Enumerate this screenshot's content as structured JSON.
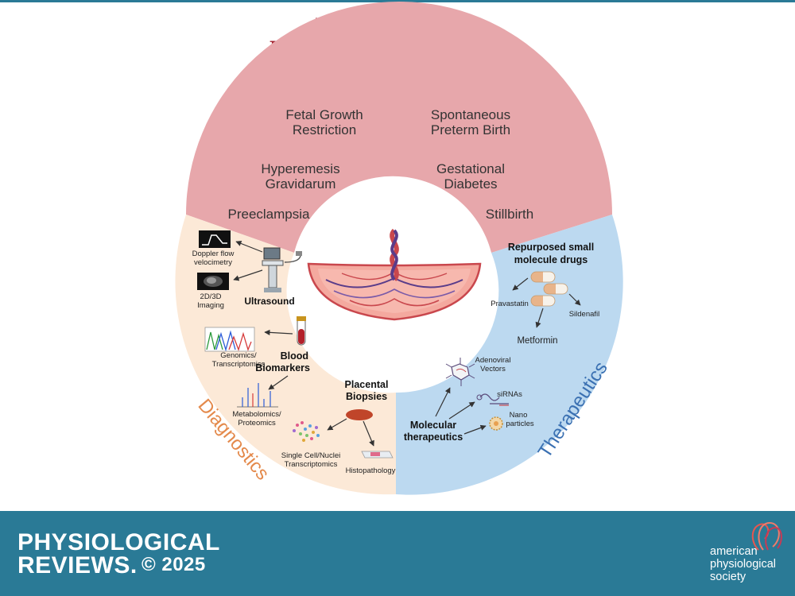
{
  "title": {
    "line1": "Placenta-related",
    "line2": "Pregnancy Complications"
  },
  "complications": {
    "fgr": [
      "Fetal Growth",
      "Restriction"
    ],
    "sptb": [
      "Spontaneous",
      "Preterm Birth"
    ],
    "hg": [
      "Hyperemesis",
      "Gravidarum"
    ],
    "gd": [
      "Gestational",
      "Diabetes"
    ],
    "preeclampsia": "Preeclampsia",
    "stillbirth": "Stillbirth"
  },
  "diagnostics": {
    "section_label": "Diagnostics",
    "doppler": [
      "Doppler flow",
      "velocimetry"
    ],
    "imaging": [
      "2D/3D",
      "Imaging"
    ],
    "ultrasound": "Ultrasound",
    "genomics": [
      "Genomics/",
      "Transcriptomics"
    ],
    "blood_biomarkers": [
      "Blood",
      "Biomarkers"
    ],
    "metabolomics": [
      "Metabolomics/",
      "Proteomics"
    ],
    "placental_biopsies": [
      "Placental",
      "Biopsies"
    ],
    "single_cell": [
      "Single Cell/Nuclei",
      "Transcriptomics"
    ],
    "histopathology": "Histopathology"
  },
  "therapeutics": {
    "section_label": "Therapeutics",
    "repurposed": [
      "Repurposed small",
      "molecule drugs"
    ],
    "pravastatin": "Pravastatin",
    "sildenafil": "Sildenafil",
    "metformin": "Metformin",
    "adenoviral": [
      "Adenoviral",
      "Vectors"
    ],
    "sirnas": "siRNAs",
    "nano": [
      "Nano",
      "particles"
    ],
    "molecular": [
      "Molecular",
      "therapeutics"
    ]
  },
  "footer": {
    "journal_line1": "PHYSIOLOGICAL",
    "journal_line2": "REVIEWS.",
    "copyright": "© 2025",
    "society": [
      "american",
      "physiological",
      "society"
    ]
  },
  "colors": {
    "complications_ring": "#e7a7ab",
    "diagnostics_ring": "#fce9d7",
    "therapeutics_ring": "#bcd9f0",
    "title": "#a21f2c",
    "diagnostics_label": "#e48a4c",
    "therapeutics_label": "#3a70b2",
    "footer_bg": "#2a7a96"
  }
}
